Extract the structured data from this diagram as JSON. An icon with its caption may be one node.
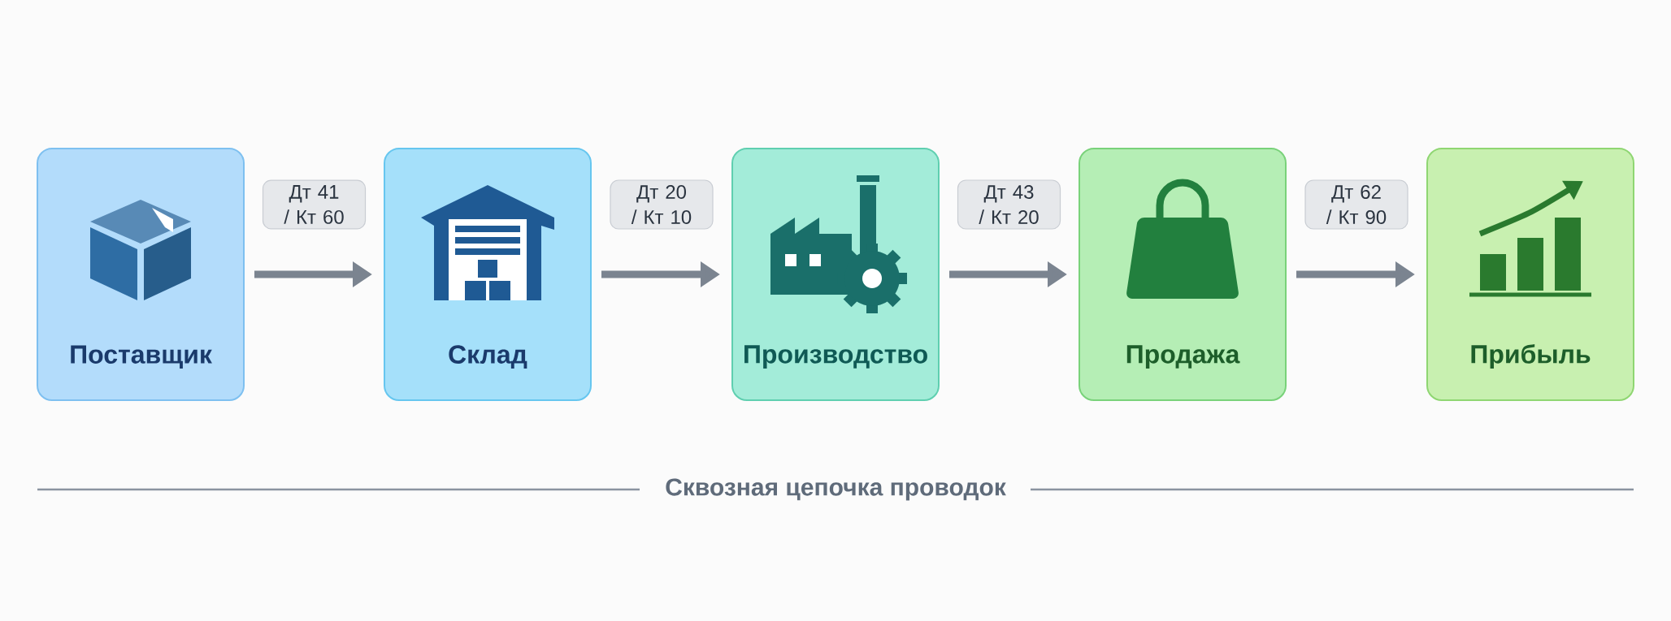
{
  "diagram": {
    "caption": "Сквозная цепочка проводок",
    "nodes": [
      {
        "text": [
          "Поставщик"
        ]
      },
      {
        "text": [
          "Склад"
        ]
      },
      {
        "text": [
          "Производство"
        ]
      },
      {
        "text": [
          "Продажа"
        ]
      },
      {
        "text": [
          "Прибыль"
        ]
      }
    ],
    "edges": [
      {
        "from": 0,
        "to": 1,
        "arrow": "to",
        "label": "Дт 41 / Кт 60"
      },
      {
        "from": 1,
        "to": 2,
        "arrow": "to",
        "label": "Дт 20 / Кт 10"
      },
      {
        "from": 2,
        "to": 3,
        "arrow": "to",
        "label": "Дт 43 / Кт 20"
      },
      {
        "from": 3,
        "to": 4,
        "arrow": "to",
        "label": "Дт 62 / Кт 90"
      }
    ]
  }
}
